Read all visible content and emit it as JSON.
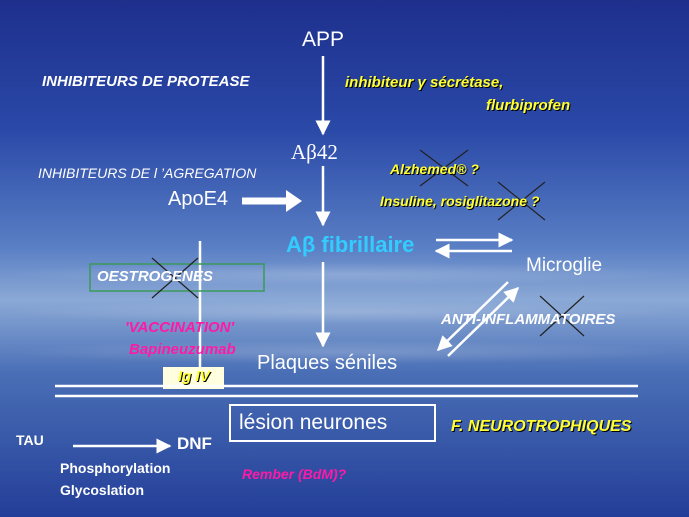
{
  "nodes": {
    "app": "APP",
    "abeta42": "Aβ42",
    "apoe4": "ApoE4",
    "abeta_fibrillaire": "Aβ fibrillaire",
    "microglie": "Microglie",
    "plaques": "Plaques séniles",
    "lesion": "lésion neurones",
    "tau": "TAU",
    "dnf": "DNF",
    "phosphorylation": "Phosphorylation",
    "glycoslation": "Glycoslation"
  },
  "treatments": {
    "inhibiteurs_protease": "INHIBITEURS DE PROTEASE",
    "inhibiteur_secretase": "inhibiteur γ sécrétase,",
    "flurbiprofen": "flurbiprofen",
    "inhibiteurs_agregation": "INHIBITEURS DE l ’AGREGATION",
    "alzhemed": "Alzhemed® ?",
    "insuline": "Insuline, rosiglitazone ?",
    "oestrogenes": "OESTROGENES",
    "vaccination": "'VACCINATION'",
    "bapineuzumab": "Bapineuzumab",
    "ig_iv": "Ig IV",
    "anti_inflammatoires": "ANTI-INFLAMMATOIRES",
    "neurotrophiques": "F. NEUROTROPHIQUES",
    "rember": "Rember (BdM)?"
  },
  "colors": {
    "treatment_text": "#ffff33",
    "vaccination_text": "#ff1aa6",
    "fibrillaire_text": "#33ccff",
    "node_text": "#ffffff",
    "box_fill": "#ffffe0"
  }
}
